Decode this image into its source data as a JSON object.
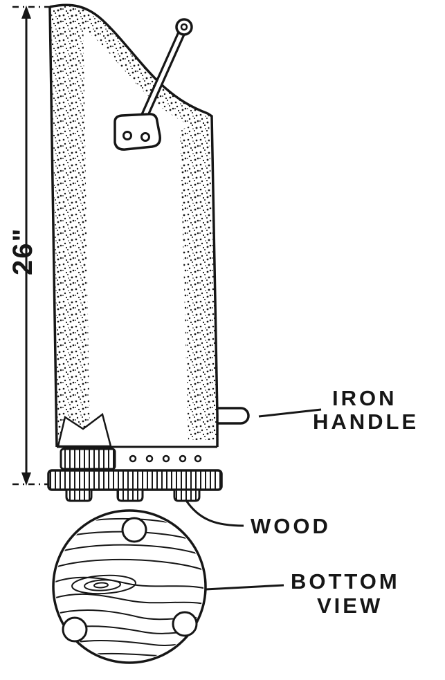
{
  "figure": {
    "dimension": {
      "label": "26\""
    },
    "callouts": {
      "iron_handle": {
        "line1": "IRON",
        "line2": "HANDLE"
      },
      "wood": {
        "label": "WOOD"
      },
      "bottom_view": {
        "line1": "BOTTOM",
        "line2": "VIEW"
      }
    },
    "colors": {
      "ink": "#161616",
      "paper": "#ffffff"
    }
  }
}
